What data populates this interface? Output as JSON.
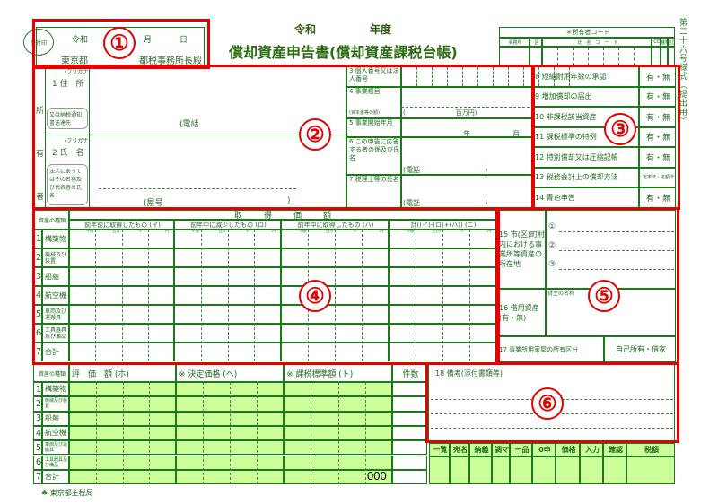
{
  "header": {
    "stamp": "受付印",
    "era": "令和",
    "month": "月",
    "day": "日",
    "tokyo": "東京都",
    "office": "都税事務所長殿",
    "year_era": "令和",
    "fiscal_year": "年度",
    "title": "償却資産申告書(償却資産課税台帳)",
    "form_no": "第二十六号様式（提出用）"
  },
  "owner_code": {
    "title": "＊所有者コード",
    "cols": [
      "事務所",
      "区",
      "氏　名　コ　ー　ド",
      "CD",
      "種類",
      "申告区分"
    ]
  },
  "owner": {
    "side": [
      "所",
      "有",
      "者"
    ],
    "furigana": "(フリガナ)",
    "address": "1 住　所",
    "address_note": "又は納税通知書送達先",
    "phone": "(電話",
    "name": "2 氏　名",
    "name_note": "法人にあってはその名称及び代表者の氏名",
    "trade_name": "(屋号",
    "close": ")"
  },
  "mid": {
    "r3": "3 個人番号又は法人番号",
    "r4": "4 事業種目",
    "capital_label": "(資本金等の額)",
    "capital_unit": "(　　　　　　　　百万円)",
    "r5": "5 事業開始年月",
    "year": "年",
    "month": "月",
    "r6": "6 この申告に応答する者の係及び氏名",
    "phone6": "(電話　　　　　　　　　)",
    "r7": "7 税理士等の氏名",
    "phone7": "(電話　　　　　　　　　)"
  },
  "flags": [
    {
      "label": "8 短縮耐用年数の承認",
      "value": "有・無"
    },
    {
      "label": "9 増加償却の届出",
      "value": "有・無"
    },
    {
      "label": "10 非課税該当資産",
      "value": "有・無"
    },
    {
      "label": "11 課税標準の特例",
      "value": "有・無"
    },
    {
      "label": "12 特別償却又は圧縮記帳",
      "value": "有・無"
    },
    {
      "label": "13 税務会計上の償却方法",
      "value": "定率法・定額法"
    },
    {
      "label": "14 青色申告",
      "value": "有・無"
    }
  ],
  "acq": {
    "type_header": "資産の種類",
    "title": "取　　得　　価　　額",
    "cols": [
      "前年前に取得したもの (イ)",
      "前年中に減少したもの (ロ)",
      "前年中に取得したもの (ハ)",
      "計((イ)-(ロ)+(ハ)) (ニ)"
    ],
    "units": [
      "十億",
      "百万",
      "千",
      "円"
    ]
  },
  "assets": [
    {
      "n": "1",
      "name": "構築物"
    },
    {
      "n": "2",
      "name": "機械及び装置"
    },
    {
      "n": "3",
      "name": "船舶"
    },
    {
      "n": "4",
      "name": "航空機"
    },
    {
      "n": "5",
      "name": "車両及び運搬具"
    },
    {
      "n": "6",
      "name": "工具器具及び備品"
    },
    {
      "n": "7",
      "name": "合計"
    }
  ],
  "loc": {
    "r15": "15 市(区)町村内における事業所等資産の所在地",
    "items": [
      "①",
      "②",
      "③"
    ],
    "r16": "16 借用資産(有・無)",
    "lessor": "貸主の名称",
    "r17": "17 事業所用家屋の所有区分",
    "r17_value": "自己所有・借家"
  },
  "eval": {
    "type_header": "資産の種類",
    "cols": [
      "評　価　額 (ホ)",
      "※ 決定価格 (ヘ)",
      "※ 課税標準額 (ト)"
    ],
    "count": "件数",
    "total_suffix": "000"
  },
  "remarks": {
    "label": "18 備考(添付書類等)"
  },
  "office": {
    "cols": [
      "一覧",
      "宛名",
      "納義",
      "調マ",
      "一品",
      "0申",
      "価格",
      "入力",
      "確認",
      "税額"
    ]
  },
  "footer": {
    "org": "東京都主税局"
  },
  "markers": [
    "①",
    "②",
    "③",
    "④",
    "⑤",
    "⑥"
  ]
}
